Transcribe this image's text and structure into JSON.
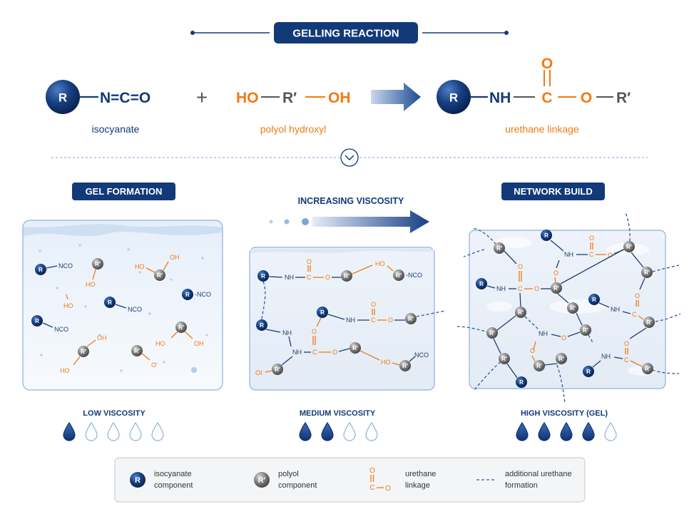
{
  "title": "GELLING REACTION",
  "equation": {
    "r": "R",
    "iso_group": "N=C=O",
    "iso_label": "isocyanate",
    "plus": "+",
    "polyol_ho": "HO",
    "polyol_r": "R′",
    "polyol_oh": "OH",
    "polyol_label": "polyol hydroxyl",
    "prod_r": "R",
    "prod_nh": "NH",
    "prod_c": "C",
    "prod_o_top": "O",
    "prod_o": "O",
    "prod_r2": "R′",
    "prod_label": "urethane linkage"
  },
  "panels": {
    "left": {
      "header": "GEL FORMATION",
      "caption": "LOW VISCOSITY",
      "filled_drops": 1
    },
    "middle": {
      "header": "INCREASING VISCOSITY",
      "caption": "MEDIUM VISCOSITY",
      "filled_drops": 2
    },
    "right": {
      "header": "NETWORK BUILD",
      "caption": "HIGH VISCOSITY (GEL)",
      "filled_drops": 4
    }
  },
  "atoms": {
    "r": "R",
    "rp": "R′",
    "nco": "NCO",
    "dnco": "-NCO",
    "ho": "HO",
    "oh": "OH",
    "nh": "NH",
    "c": "C",
    "o": "O",
    "op": "O′",
    "oi": "OI"
  },
  "legend": {
    "iso_symbol": "R",
    "iso_text_1": "isocyanate",
    "iso_text_2": "component",
    "polyol_symbol": "R′",
    "polyol_text_1": "polyol",
    "polyol_text_2": "component",
    "ure_o": "O",
    "ure_c": "C",
    "ure_o2": "O",
    "ure_text_1": "urethane",
    "ure_text_2": "linkage",
    "add_text_1": "additional urethane",
    "add_text_2": "formation"
  },
  "colors": {
    "navy": "#123a78",
    "orange": "#f07a14",
    "grey": "#6e6e6e",
    "panel_border": "#8fb1d9"
  }
}
